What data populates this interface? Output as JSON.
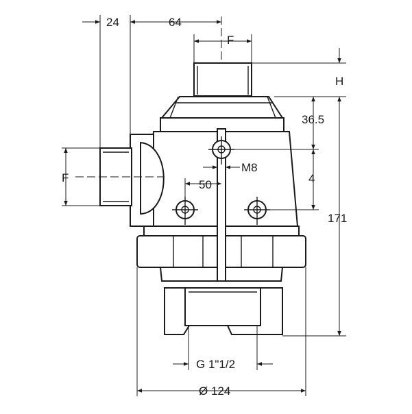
{
  "dimensions": {
    "port_depth": "24",
    "body_offset": "64",
    "thread_top": "F",
    "thread_side": "F",
    "height_offset": "H",
    "inlet_height": "36.5",
    "stud_spacing_v": "4",
    "stud_thread": "M8",
    "stud_spacing_h": "50",
    "overall_height": "171",
    "outlet_thread": "G 1\"1/2",
    "diameter": "Ø 124"
  },
  "colors": {
    "line": "#1a1a1a",
    "background": "#ffffff"
  }
}
